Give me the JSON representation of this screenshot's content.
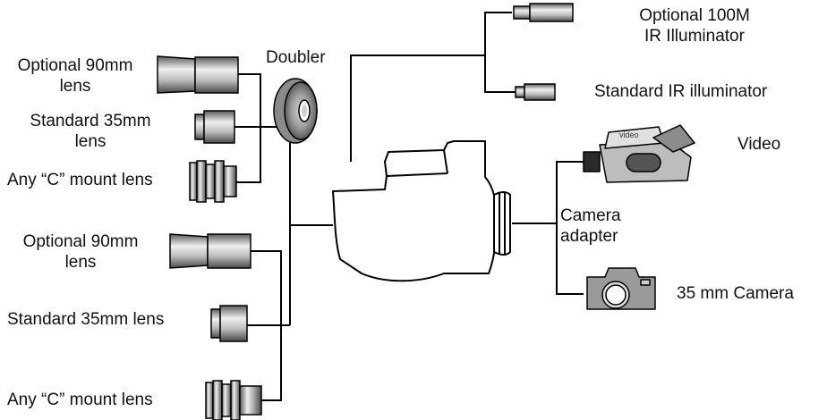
{
  "labels": {
    "optional_100m_line1": "Optional 100M",
    "optional_100m_line2": "IR Illuminator",
    "standard_ir": "Standard IR illuminator",
    "doubler": "Doubler",
    "video": "Video",
    "camera_adapter_line1": "Camera",
    "camera_adapter_line2": "adapter",
    "camera_35mm": "35 mm Camera",
    "top_optional_90_line1": "Optional 90mm",
    "top_optional_90_line2": "lens",
    "top_standard_35_line1": "Standard 35mm",
    "top_standard_35_line2": "lens",
    "top_c_mount": "Any “C” mount lens",
    "bottom_optional_90_line1": "Optional 90mm",
    "bottom_optional_90_line2": "lens",
    "bottom_standard_35": "Standard 35mm lens",
    "bottom_c_mount": "Any “C” mount lens",
    "camcorder_badge": "video"
  },
  "colors": {
    "line": "#000000",
    "metal_dark": "#6a6a6a",
    "metal_light": "#e2e2e2",
    "body_fill": "#ffffff"
  }
}
